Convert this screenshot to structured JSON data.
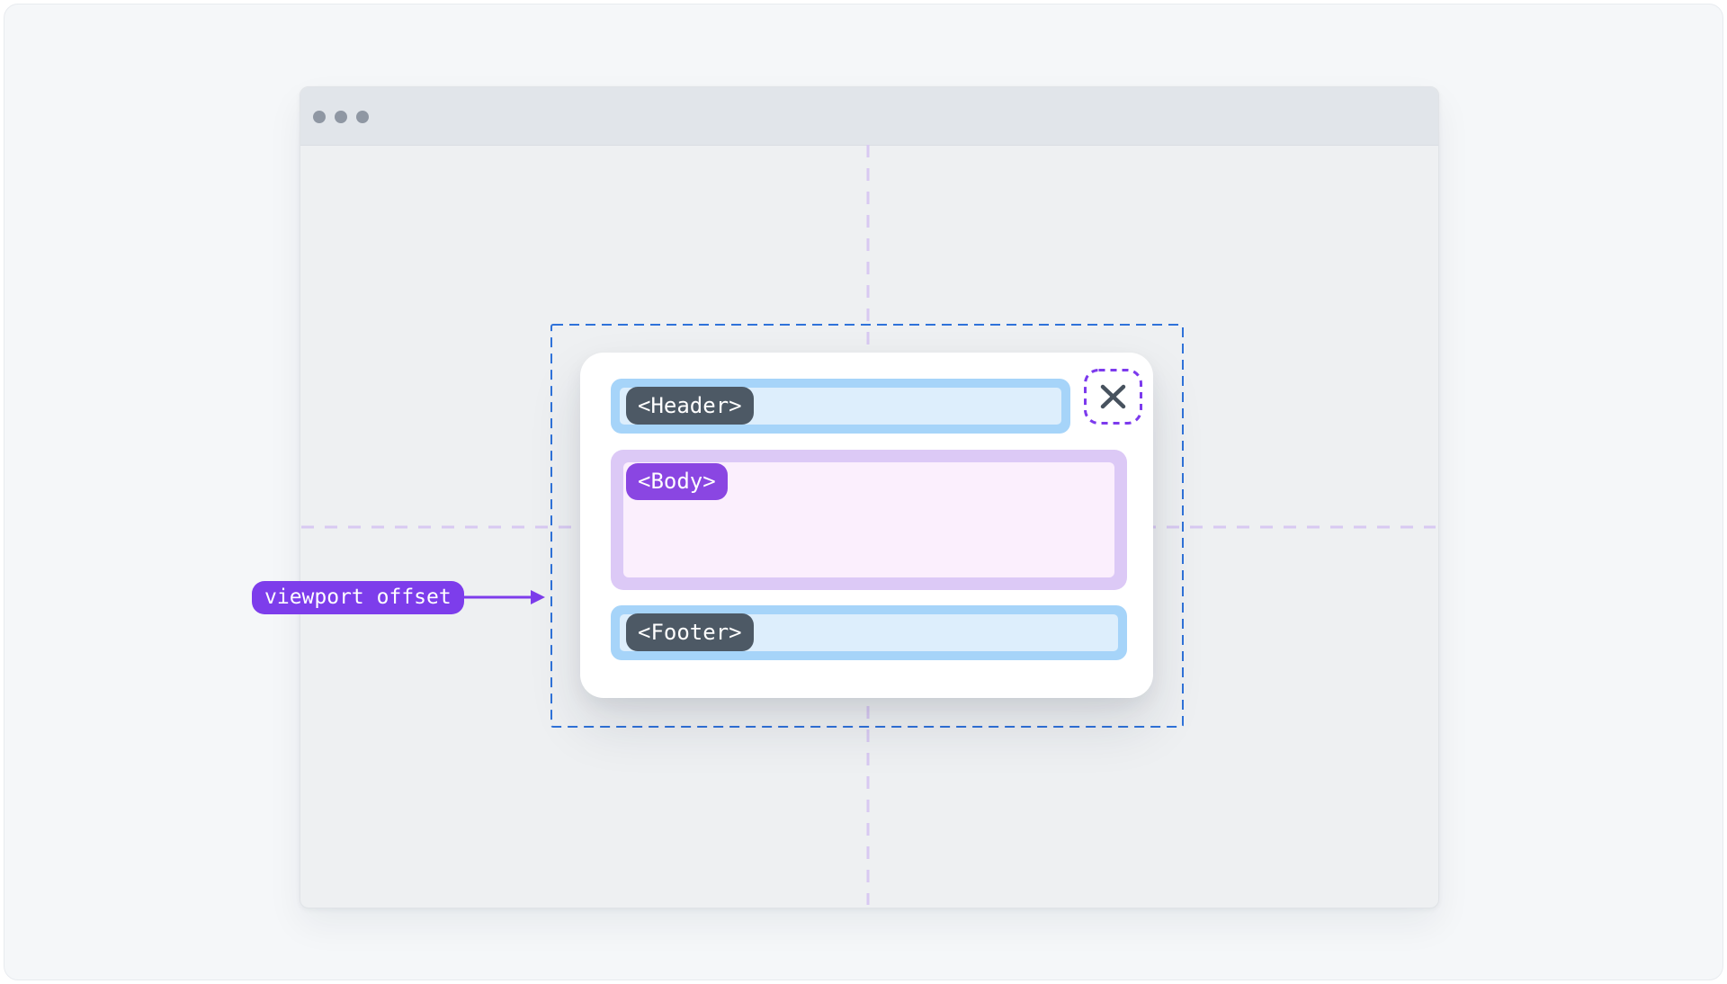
{
  "colors": {
    "page_bg": "#ffffff",
    "panel_bg": "#f5f7f9",
    "window_body": "#eef0f2",
    "titlebar": "#e1e5ea",
    "window_dot": "#8f97a3",
    "guide_blue": "#2f72d9",
    "guide_lavender": "#d8c9f2",
    "accent_purple": "#7d3deb",
    "close_border_purple": "#7c3aed",
    "blue_section_border": "#a6d4f9",
    "blue_section_fill": "#ddeefc",
    "purple_section_border": "#dcc9f6",
    "purple_section_fill": "#fbeffd",
    "slate_pill": "#4d5965",
    "body_pill": "#8a46e2",
    "x_icon": "#47525e"
  },
  "browser_window": {
    "controls": [
      "window-control-dot",
      "window-control-dot",
      "window-control-dot"
    ]
  },
  "guides": {
    "viewport_boundary_style": "dashed",
    "crosshair_style": "dashed"
  },
  "dialog": {
    "header_tag": "<Header>",
    "body_tag": "<Body>",
    "footer_tag": "<Footer>",
    "close_icon": "x-icon"
  },
  "annotation": {
    "label": "viewport offset",
    "arrow_icon": "arrow-right-icon"
  }
}
